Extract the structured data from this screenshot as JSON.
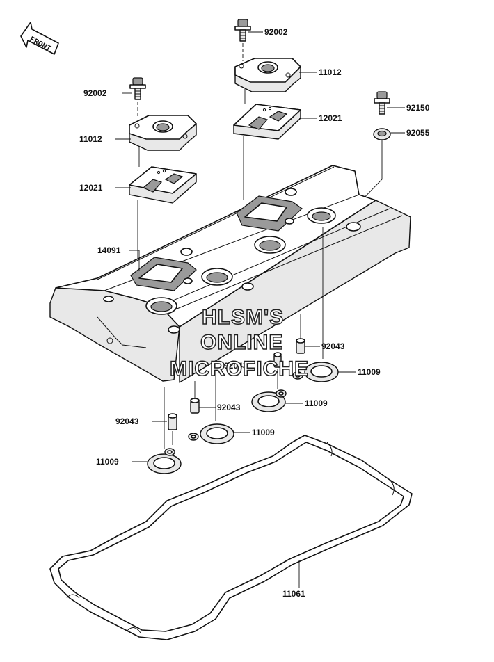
{
  "orientation": {
    "front_label": "FRONT"
  },
  "watermark": {
    "line1": "HLSM'S",
    "line2": "ONLINE",
    "line3": "MICROFICHE"
  },
  "parts": {
    "bolt_92002_rear": "92002",
    "cap_11012_rear": "11012",
    "plate_12021_rear": "12021",
    "bolt_92002_front": "92002",
    "cap_11012_front": "11012",
    "plate_12021_front": "12021",
    "cover_14091": "14091",
    "bolt_92150": "92150",
    "washer_92055": "92055",
    "dowel_92043_a": "92043",
    "dowel_92043_b": "92043",
    "dowel_92043_c": "92043",
    "dowel_92043_d": "92043",
    "gasket_11009_a": "11009",
    "gasket_11009_b": "11009",
    "gasket_11009_c": "11009",
    "gasket_11009_d": "11009",
    "gasket_11061": "11061"
  }
}
